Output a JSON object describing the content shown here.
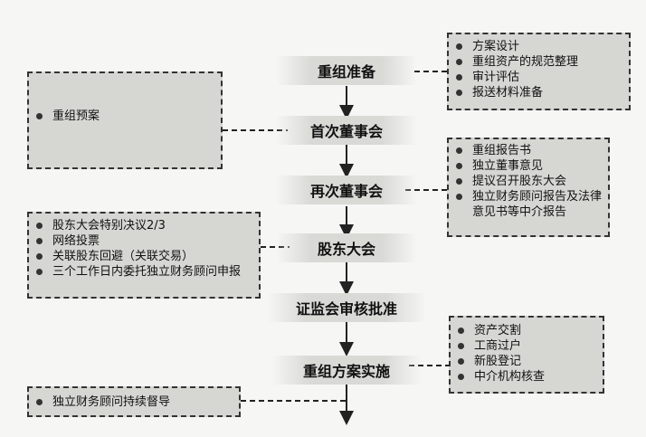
{
  "steps": [
    "重组准备",
    "首次董事会",
    "再次董事会",
    "股东大会",
    "证监会审核批准",
    "重组方案实施"
  ],
  "notes": {
    "prep": [
      "方案设计",
      "重组资产的规范整理",
      "审计评估",
      "报送材料准备"
    ],
    "first_board": [
      "重组预案"
    ],
    "second_board": [
      "重组报告书",
      "独立董事意见",
      "提议召开股东大会",
      "独立财务顾问报告及法律意见书等中介报告"
    ],
    "shareholders": [
      "股东大会特别决议2/3",
      "网络投票",
      "关联股东回避（关联交易）",
      "三个工作日内委托独立财务顾问申报"
    ],
    "implementation": [
      "资产交割",
      "工商过户",
      "新股登记",
      "中介机构核查"
    ],
    "supervision": [
      "独立财务顾问持续督导"
    ]
  }
}
